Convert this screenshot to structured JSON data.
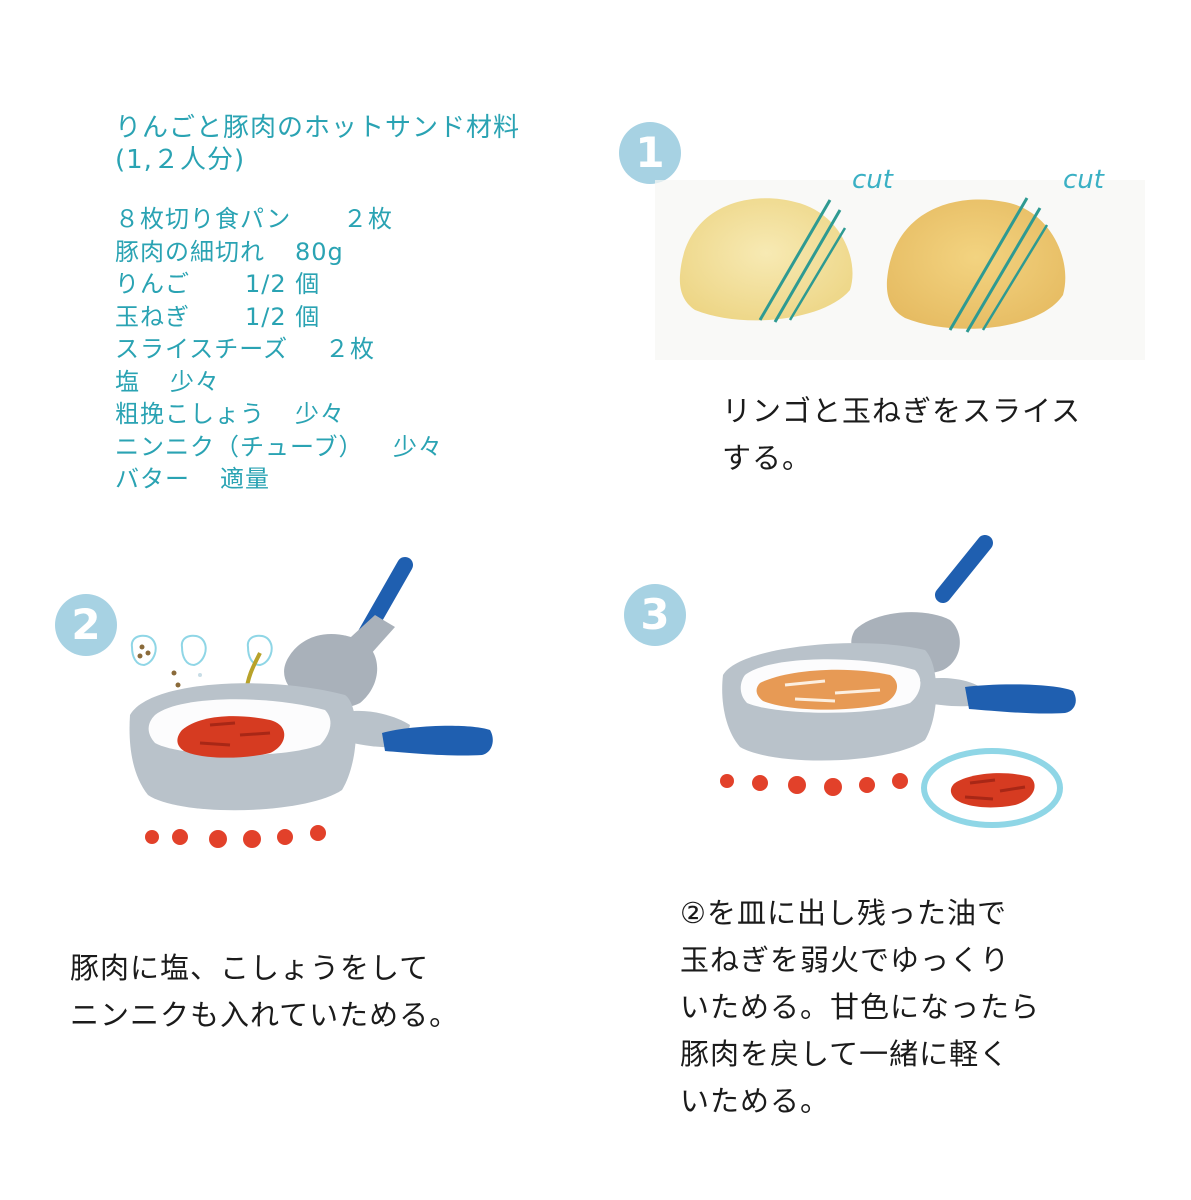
{
  "ingredients": {
    "title": "りんごと豚肉のホットサンド材料",
    "servings": "(1,２人分)",
    "items": [
      {
        "name": "８枚切り食パン",
        "qty": "２枚"
      },
      {
        "name": "豚肉の細切れ",
        "qty": "80g"
      },
      {
        "name": "りんご",
        "qty": "1/2 個"
      },
      {
        "name": "玉ねぎ",
        "qty": "1/2 個"
      },
      {
        "name": "スライスチーズ",
        "qty": "２枚"
      },
      {
        "name": "塩",
        "qty": "少々"
      },
      {
        "name": "粗挽こしょう",
        "qty": "少々"
      },
      {
        "name": "ニンニク（チューブ）",
        "qty": "少々"
      },
      {
        "name": "バター",
        "qty": "適量"
      }
    ]
  },
  "steps": [
    {
      "number": "1",
      "lines": [
        "リンゴと玉ねぎをスライス",
        "する。"
      ],
      "labels": [
        "cut",
        "cut"
      ]
    },
    {
      "number": "2",
      "lines": [
        "豚肉に塩、こしょうをして",
        "ニンニクも入れていためる。"
      ]
    },
    {
      "number": "3",
      "lines": [
        "②を皿に出し残った油で",
        "玉ねぎを弱火でゆっくり",
        "いためる。甘色になったら",
        "豚肉を戻して一緒に軽く",
        "いためる。"
      ]
    }
  ],
  "colors": {
    "teal_text": "#2aa3b3",
    "badge": "#a7d2e3",
    "pan": "#b9c2ca",
    "handle": "#1f5fb0",
    "pork": "#d63b21",
    "flame": "#e2412a",
    "onion": "#e79a55",
    "apple": "#f1d98a"
  },
  "icons": [
    "pan-icon",
    "spatula-icon",
    "burner-flame-icon",
    "apple-slice-icon",
    "onion-slice-icon",
    "plate-icon",
    "salt-icon",
    "pepper-icon",
    "garlic-icon"
  ]
}
